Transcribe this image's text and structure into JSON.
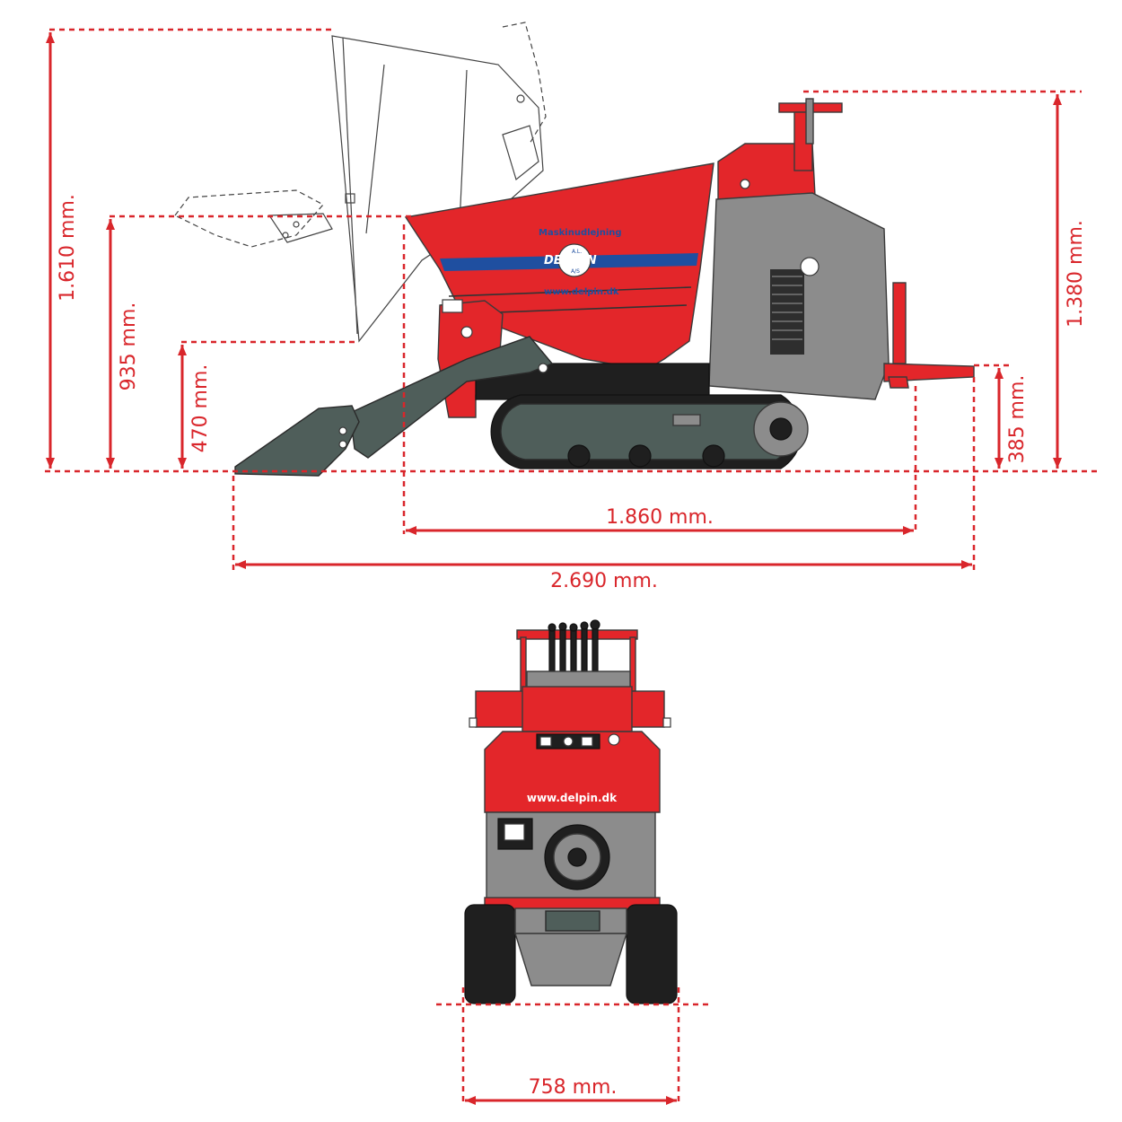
{
  "dimensions": {
    "overall_height": "1.610 mm.",
    "tip_height": "935 mm.",
    "loader_height": "470 mm.",
    "machine_height": "1.380 mm.",
    "rear_height": "385 mm.",
    "track_length": "1.860 mm.",
    "overall_length": "2.690 mm.",
    "width": "758 mm."
  },
  "branding": {
    "service_text": "Maskinudlejning",
    "logo_top": "A.L.",
    "logo_name": "DEL-PIN",
    "logo_bottom": "A/S",
    "website_side": "www.delpin.dk",
    "website_front": "www.delpin.dk"
  },
  "colors": {
    "dimension": "#d9262b",
    "machine_red": "#e3262a",
    "machine_grey": "#8c8c8c",
    "track_grey": "#4f5e5a",
    "stripe_blue": "#1f4fa0"
  }
}
